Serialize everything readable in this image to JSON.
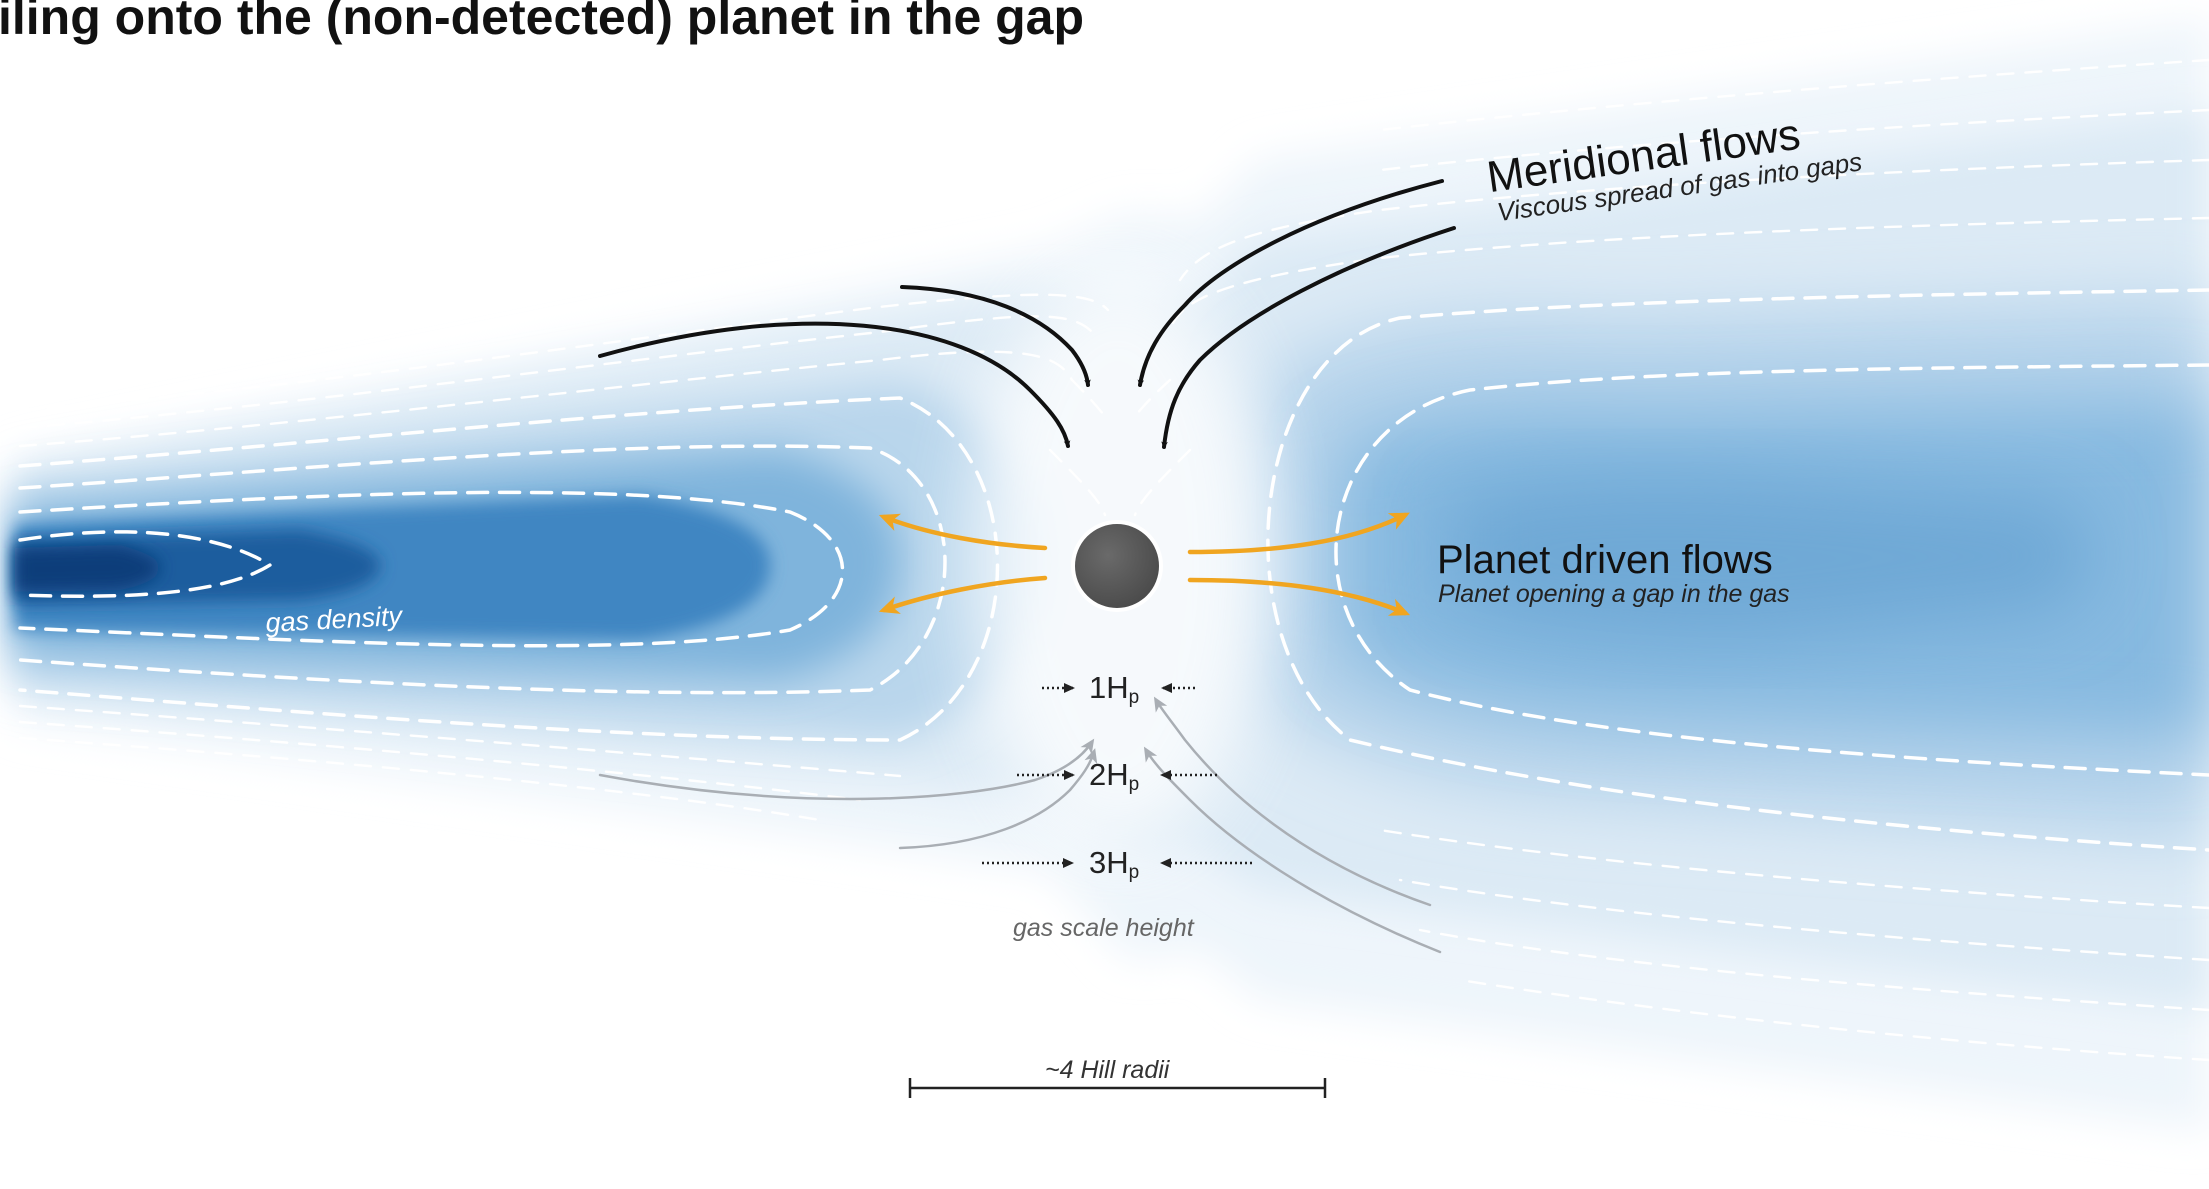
{
  "title": "iling onto the (non-detected) planet in the gap",
  "meridional": {
    "heading": "Meridional flows",
    "subheading": "Viscous spread of gas into gaps"
  },
  "planet_flows": {
    "heading": "Planet driven flows",
    "subheading": "Planet opening a gap in the gas"
  },
  "gas_density_label": "gas density",
  "scale_heights": [
    {
      "label": "1H",
      "subscript": "p"
    },
    {
      "label": "2H",
      "subscript": "p"
    },
    {
      "label": "3H",
      "subscript": "p"
    }
  ],
  "scale_height_caption": "gas scale height",
  "hill_scale_label": "~4 Hill radii",
  "colors": {
    "density_dark": "#0a3d7a",
    "density_mid": "#4a95c8",
    "density_light": "#dceaf5",
    "planet": "#555555",
    "meridional_arrows": "#111111",
    "planet_flow_arrows": "#f0a520"
  },
  "icons": {
    "planet": "gray-circle",
    "meridional_arrows": "black-curved-arrows",
    "planet_flow_arrows": "orange-curved-arrows"
  }
}
